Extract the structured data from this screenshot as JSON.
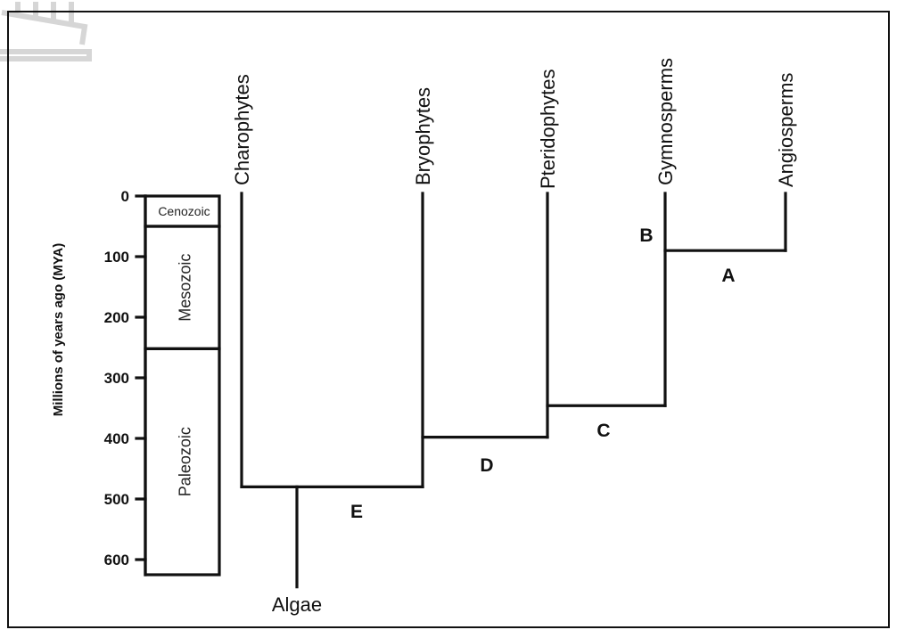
{
  "chart_data": {
    "type": "cladogram",
    "ylabel": "Millions of years ago (MYA)",
    "yticks": [
      0,
      100,
      200,
      300,
      400,
      500,
      600
    ],
    "ylim": [
      0,
      600
    ],
    "eras": [
      {
        "name": "Cenozoic",
        "start": 0,
        "end": 50
      },
      {
        "name": "Mesozoic",
        "start": 50,
        "end": 252
      },
      {
        "name": "Paleozoic",
        "start": 252,
        "end": 625
      }
    ],
    "taxa": [
      {
        "name": "Charophytes"
      },
      {
        "name": "Bryophytes"
      },
      {
        "name": "Pteridophytes"
      },
      {
        "name": "Gymnosperms"
      },
      {
        "name": "Angiosperms"
      }
    ],
    "root": {
      "name": "Algae",
      "mya": 645
    },
    "nodes": [
      {
        "label": "E",
        "mya": 480,
        "joins": [
          "Charophytes",
          "Bryophytes"
        ]
      },
      {
        "label": "D",
        "mya": 398,
        "joins": [
          "Bryophytes",
          "Pteridophytes"
        ]
      },
      {
        "label": "C",
        "mya": 346,
        "joins": [
          "Pteridophytes",
          "Gymnosperms"
        ]
      },
      {
        "label": "A",
        "mya": 90,
        "joins": [
          "Gymnosperms",
          "Angiosperms"
        ]
      },
      {
        "label": "B",
        "mya": 65,
        "marker_on": "Gymnosperms"
      }
    ]
  }
}
